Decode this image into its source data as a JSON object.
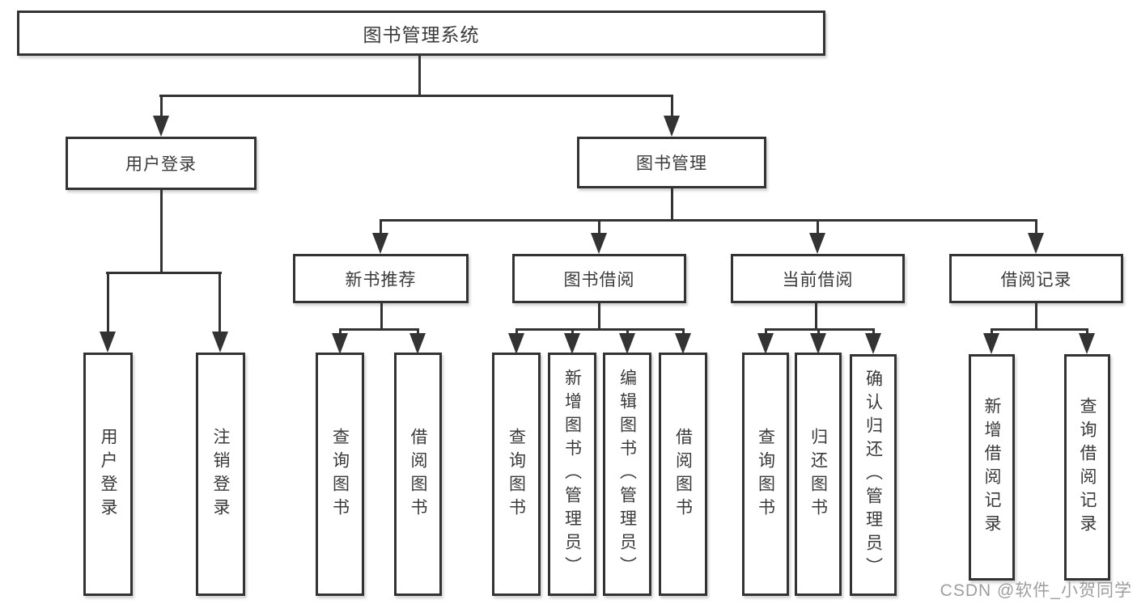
{
  "tree": {
    "root": {
      "label": "图书管理系统"
    },
    "user_branch": {
      "label": "用户登录",
      "children": [
        {
          "label": "用户登录"
        },
        {
          "label": "注销登录"
        }
      ]
    },
    "mgmt_branch": {
      "label": "图书管理",
      "groups": [
        {
          "label": "新书推荐",
          "children": [
            {
              "label": "查询图书"
            },
            {
              "label": "借阅图书"
            }
          ]
        },
        {
          "label": "图书借阅",
          "children": [
            {
              "label": "查询图书"
            },
            {
              "label": "新增图书（管理员）"
            },
            {
              "label": "编辑图书（管理员）"
            },
            {
              "label": "借阅图书"
            }
          ]
        },
        {
          "label": "当前借阅",
          "children": [
            {
              "label": "查询图书"
            },
            {
              "label": "归还图书"
            },
            {
              "label": "确认归还（管理员）"
            }
          ]
        },
        {
          "label": "借阅记录",
          "children": [
            {
              "label": "新增借阅记录"
            },
            {
              "label": "查询借阅记录"
            }
          ]
        }
      ]
    }
  },
  "watermark": "CSDN @软件_小贺同学",
  "colors": {
    "line": "#333333",
    "text": "#3a3a3a",
    "box_background": "#ffffff",
    "watermark": "#949494"
  }
}
